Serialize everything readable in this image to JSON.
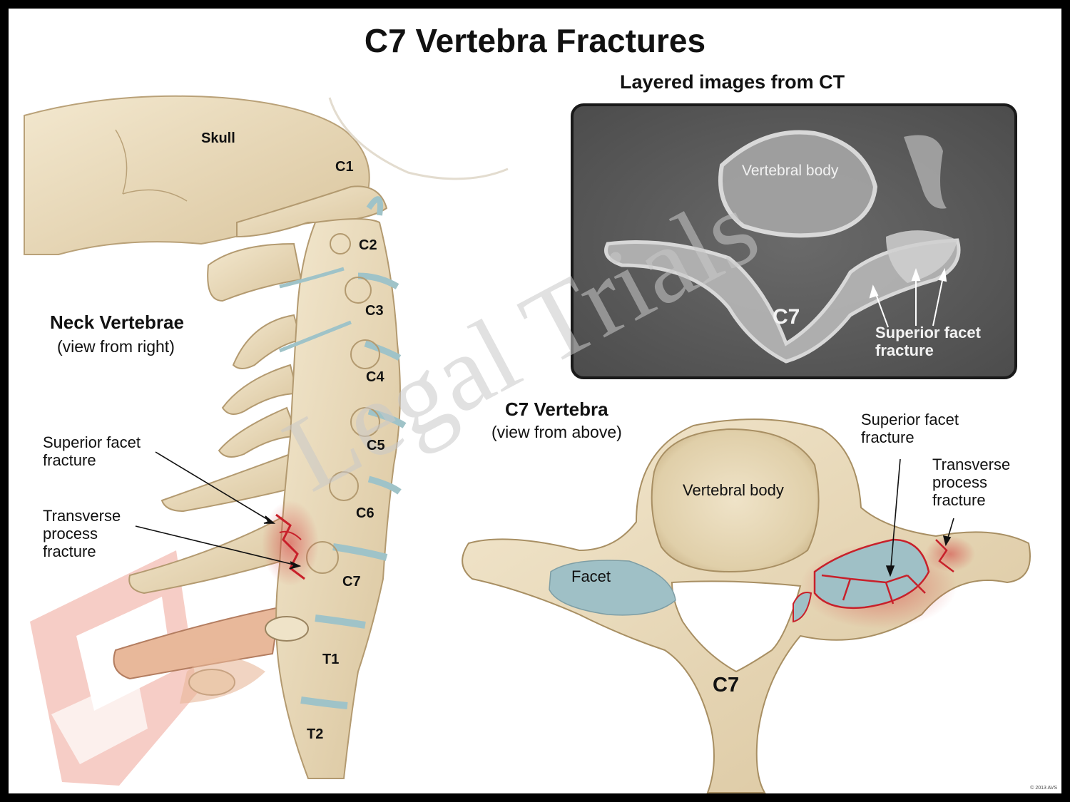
{
  "title": "C7 Vertebra Fractures",
  "watermark": "Legal Trials",
  "neck": {
    "heading": "Neck Vertebrae",
    "subheading": "(view from right)",
    "labels": {
      "skull": "Skull",
      "c1": "C1",
      "c2": "C2",
      "c3": "C3",
      "c4": "C4",
      "c5": "C5",
      "c6": "C6",
      "c7": "C7",
      "t1": "T1",
      "t2": "T2"
    },
    "superior_facet_fracture": "Superior facet\nfracture",
    "transverse_process_fracture": "Transverse\nprocess\nfracture"
  },
  "ct": {
    "heading": "Layered images from CT",
    "vertebral_body": "Vertebral body",
    "c7": "C7",
    "superior_facet_fracture": "Superior facet\nfracture"
  },
  "above": {
    "heading": "C7 Vertebra",
    "subheading": "(view from above)",
    "vertebral_body": "Vertebral body",
    "facet": "Facet",
    "c7": "C7",
    "superior_facet_fracture": "Superior facet\nfracture",
    "transverse_process_fracture": "Transverse\nprocess\nfracture"
  },
  "copyright": "© 2013 AVS",
  "colors": {
    "bone": "#e9dcbf",
    "bone_shadow": "#c4ab82",
    "disc": "#9fc3c8",
    "facet": "#9fc0c6",
    "fracture": "#c8202a",
    "ct_bg": "#5a5a5a",
    "watermark": "#e8725d"
  }
}
